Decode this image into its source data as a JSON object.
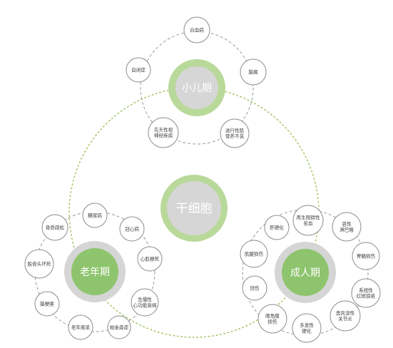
{
  "colors": {
    "green_ring": "#b9d99a",
    "green_fill": "#8ec46d",
    "gray_ring": "#d5d5d5",
    "dotted_green": "#a7c96a",
    "dashed_gray": "#9a9a9a",
    "node_stroke": "#8c8c8c",
    "text": "#444444",
    "hub_text": "#ffffff"
  },
  "center": {
    "label": "干细胞"
  },
  "groups": [
    {
      "label": "小儿期",
      "nodes": [
        {
          "lines": [
            "白血病"
          ]
        },
        {
          "lines": [
            "脑瘫"
          ]
        },
        {
          "lines": [
            "进行性肌",
            "营养不良"
          ]
        },
        {
          "lines": [
            "先天性视",
            "神经疾病"
          ]
        },
        {
          "lines": [
            "自闭症"
          ]
        }
      ]
    },
    {
      "label": "老年期",
      "nodes": [
        {
          "lines": [
            "糖尿病"
          ]
        },
        {
          "lines": [
            "冠心病"
          ]
        },
        {
          "lines": [
            "心肌梗死"
          ]
        },
        {
          "lines": [
            "急慢性",
            "心功能衰竭"
          ]
        },
        {
          "lines": [
            "帕金森症"
          ]
        },
        {
          "lines": [
            "老年痴呆"
          ]
        },
        {
          "lines": [
            "脑梗塞"
          ]
        },
        {
          "lines": [
            "股骨头坏死"
          ]
        },
        {
          "lines": [
            "骨质疏松"
          ]
        }
      ]
    },
    {
      "label": "成人期",
      "nodes": [
        {
          "lines": [
            "再生障碍性",
            "贫血"
          ]
        },
        {
          "lines": [
            "恶性",
            "淋巴瘤"
          ]
        },
        {
          "lines": [
            "脊髓损伤"
          ]
        },
        {
          "lines": [
            "系统性",
            "红斑狼疮"
          ]
        },
        {
          "lines": [
            "类风湿性",
            "关节炎"
          ]
        },
        {
          "lines": [
            "多发性",
            "硬化"
          ]
        },
        {
          "lines": [
            "眼角膜",
            "损伤"
          ]
        },
        {
          "lines": [
            "烧伤"
          ]
        },
        {
          "lines": [
            "肌腱损伤"
          ]
        },
        {
          "lines": [
            "肝硬化"
          ]
        }
      ]
    }
  ]
}
